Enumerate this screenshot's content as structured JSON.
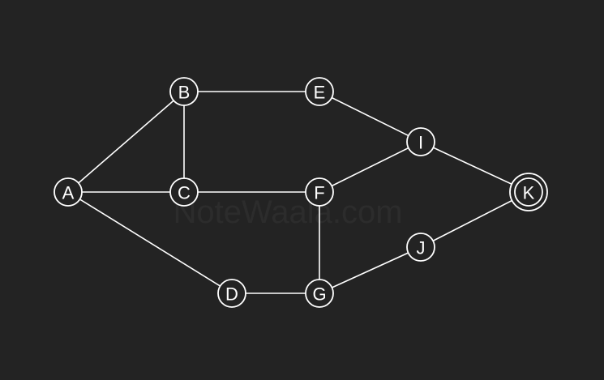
{
  "watermark": "NoteWaala.com",
  "colors": {
    "background": "#232323",
    "stroke": "#ffffff",
    "text": "#ffffff",
    "watermark": "#2c2c2c"
  },
  "graph": {
    "nodes": [
      {
        "id": "A",
        "label": "A"
      },
      {
        "id": "B",
        "label": "B"
      },
      {
        "id": "C",
        "label": "C"
      },
      {
        "id": "D",
        "label": "D"
      },
      {
        "id": "E",
        "label": "E"
      },
      {
        "id": "F",
        "label": "F"
      },
      {
        "id": "G",
        "label": "G"
      },
      {
        "id": "I",
        "label": "I"
      },
      {
        "id": "J",
        "label": "J"
      },
      {
        "id": "K",
        "label": "K",
        "accepting": true
      }
    ],
    "edges": [
      [
        "A",
        "B"
      ],
      [
        "A",
        "C"
      ],
      [
        "A",
        "D"
      ],
      [
        "B",
        "C"
      ],
      [
        "B",
        "E"
      ],
      [
        "C",
        "F"
      ],
      [
        "D",
        "G"
      ],
      [
        "E",
        "I"
      ],
      [
        "F",
        "I"
      ],
      [
        "F",
        "G"
      ],
      [
        "G",
        "J"
      ],
      [
        "I",
        "K"
      ],
      [
        "J",
        "K"
      ]
    ]
  }
}
